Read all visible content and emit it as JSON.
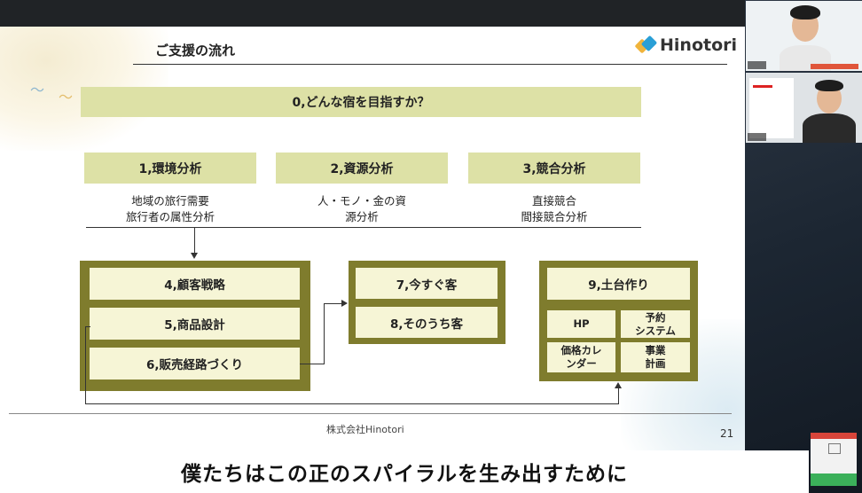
{
  "slide": {
    "title": "ご支援の流れ",
    "logo_text": "Hinotori",
    "goal": "0,どんな宿を目指すか？",
    "analyses": [
      {
        "label": "1,環境分析",
        "desc1": "地域の旅行需要",
        "desc2": "旅行者の属性分析"
      },
      {
        "label": "2,資源分析",
        "desc1": "人・モノ・金の資",
        "desc2": "源分析"
      },
      {
        "label": "3,競合分析",
        "desc1": "直接競合",
        "desc2": "間接競合分析"
      }
    ],
    "group_a": [
      "4,顧客戦略",
      "5,商品設計",
      "6,販売経路づくり"
    ],
    "group_b": [
      "7,今すぐ客",
      "8,そのうち客"
    ],
    "group_c": {
      "header": "9,土台作り",
      "items": [
        {
          "l1": "HP",
          "l2": ""
        },
        {
          "l1": "予約",
          "l2": "システム"
        },
        {
          "l1": "価格カレ",
          "l2": "ンダー"
        },
        {
          "l1": "事業",
          "l2": "計画"
        }
      ]
    },
    "company": "株式会社Hinotori",
    "page_number": "21"
  },
  "caption": "僕たちはこの正のスパイラルを生み出すために",
  "colors": {
    "box_light": "#dde1a6",
    "group_dark": "#7f7c2d",
    "cell_fill": "#f6f5d6",
    "logo_blue": "#2a9fd6",
    "logo_yellow": "#f0b43c"
  },
  "icons": {
    "bird": "bird-icon",
    "logo_mark": "heart-logo-icon"
  }
}
